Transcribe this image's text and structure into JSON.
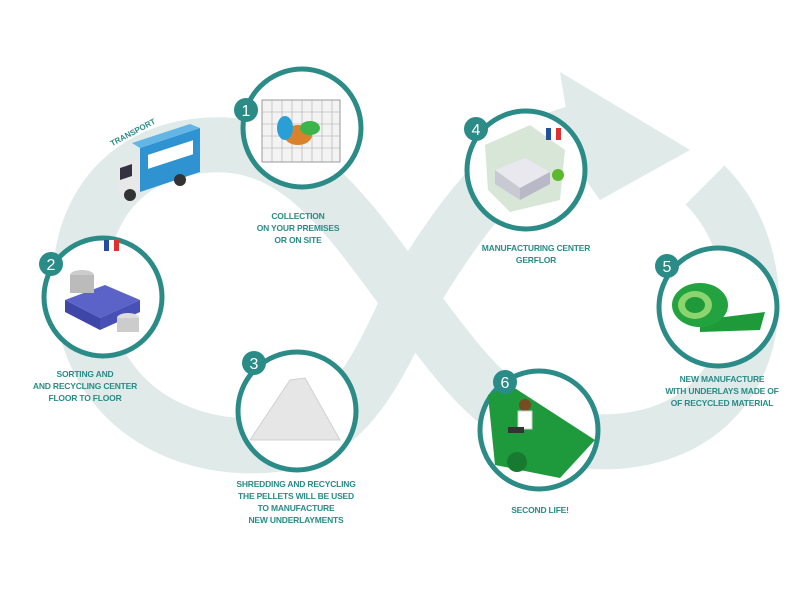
{
  "colors": {
    "loop": "#dfeae9",
    "ring": "#2a8b87",
    "badge": "#2a8b87",
    "text": "#2a8b87"
  },
  "transport": "TRANSPORT",
  "steps": [
    {
      "number": "1",
      "icon": "collection-cage-icon",
      "lines": [
        "COLLECTION",
        "ON YOUR PREMISES",
        "OR ON SITE"
      ]
    },
    {
      "number": "2",
      "icon": "recycling-factory-icon",
      "lines": [
        "SORTING AND",
        "AND RECYCLING CENTER",
        "FLOOR TO FLOOR"
      ]
    },
    {
      "number": "3",
      "icon": "pellet-pile-icon",
      "lines": [
        "SHREDDING AND RECYCLING",
        "THE PELLETS WILL BE USED",
        "TO MANUFACTURE",
        "NEW UNDERLAYMENTS"
      ]
    },
    {
      "number": "4",
      "icon": "manufacturing-center-icon",
      "lines": [
        "MANUFACTURING CENTER",
        "GERFLOR"
      ]
    },
    {
      "number": "5",
      "icon": "underlay-roll-icon",
      "lines": [
        "NEW MANUFACTURE",
        "WITH UNDERLAYS MADE OF",
        "OF RECYCLED MATERIAL"
      ]
    },
    {
      "number": "6",
      "icon": "man-unrolling-floor-icon",
      "lines": [
        "SECOND LIFE!"
      ]
    }
  ]
}
